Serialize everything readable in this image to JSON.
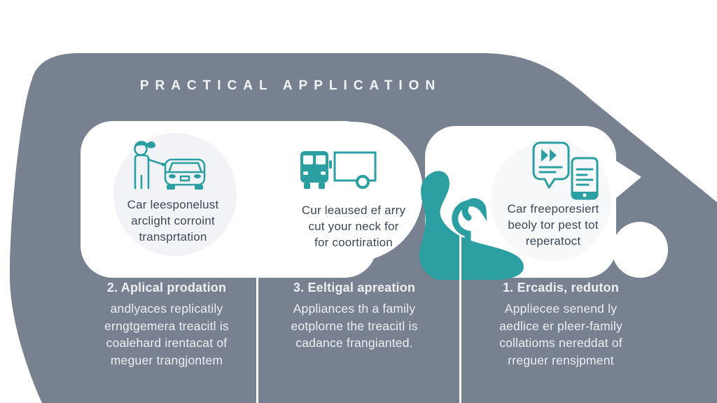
{
  "title": "PRACTICAL APPLICATION",
  "colors": {
    "slate_blob": "#77818F",
    "teal_accent": "#2B9FA1",
    "card_text": "#3D4757",
    "light_text": "#EDF0F4",
    "faint_circle": "#F1F3F6"
  },
  "cards": [
    {
      "icon": "person-car-icon",
      "lines": [
        "Car leesponelust",
        "arclight corroint",
        "transprtation"
      ]
    },
    {
      "icon": "bus-truck-icon",
      "lines": [
        "Cur leaused ef arry",
        "cut your neck for",
        "for coortiration"
      ]
    },
    {
      "icon": "chat-phone-icon",
      "lines": [
        "Car freeporesiert",
        "beoly tor pest tot",
        "reperatoct"
      ]
    }
  ],
  "columns": [
    {
      "heading": "2. Aplical prodation",
      "lines": [
        "andlyaces replicatily",
        "erngtgemera treacitl is",
        "coalehard irentacat of",
        "meguer trangjontem"
      ]
    },
    {
      "heading": "3. Eeltigal apreation",
      "lines": [
        "Appliances th a family",
        "eotplorne the treacitl is",
        "cadance frangianted.",
        ""
      ]
    },
    {
      "heading": "1. Ercadis, reduton",
      "lines": [
        "Appliecee senend ly",
        "aedlice er pleer-family",
        "collatioms nereddat of",
        "rreguer rensjpment"
      ]
    }
  ]
}
